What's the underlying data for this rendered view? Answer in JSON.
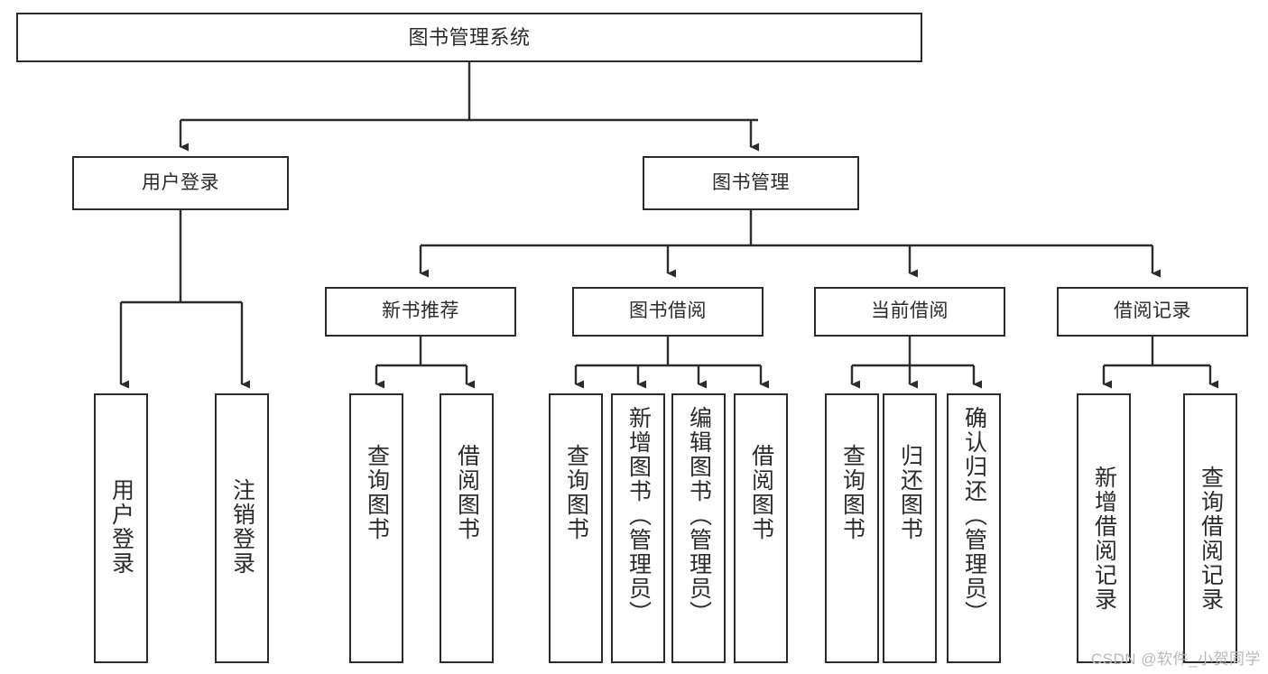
{
  "diagram": {
    "title": "图书管理系统",
    "type": "hierarchy-tree",
    "colors": {
      "stroke": "#2b2b2b",
      "fill": "#ffffff",
      "text": "#2b2b2b",
      "watermark": "#b9b9b9"
    },
    "root": {
      "label": "图书管理系统"
    },
    "level1": [
      {
        "label": "用户登录"
      },
      {
        "label": "图书管理"
      }
    ],
    "level2": [
      {
        "label": "新书推荐"
      },
      {
        "label": "图书借阅"
      },
      {
        "label": "当前借阅"
      },
      {
        "label": "借阅记录"
      }
    ],
    "leaves": {
      "user_login": [
        {
          "label": "用户登录"
        },
        {
          "label": "注销登录"
        }
      ],
      "new_book_recommend": [
        {
          "label": "查询图书"
        },
        {
          "label": "借阅图书"
        }
      ],
      "book_borrow": [
        {
          "label": "查询图书"
        },
        {
          "label": "新增图书（管理员）"
        },
        {
          "label": "编辑图书（管理员）"
        },
        {
          "label": "借阅图书"
        }
      ],
      "current_borrow": [
        {
          "label": "查询图书"
        },
        {
          "label": "归还图书"
        },
        {
          "label": "确认归还（管理员）"
        }
      ],
      "borrow_record": [
        {
          "label": "新增借阅记录"
        },
        {
          "label": "查询借阅记录"
        }
      ]
    }
  },
  "watermark": {
    "text": "CSDN @软件_小贺同学"
  }
}
